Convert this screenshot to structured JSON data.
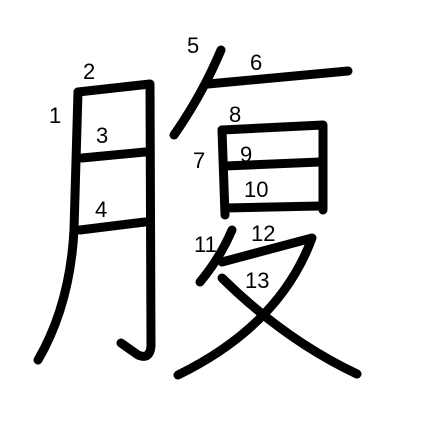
{
  "character": "腹",
  "stroke_numbers": [
    "1",
    "2",
    "3",
    "4",
    "5",
    "6",
    "7",
    "8",
    "9",
    "10",
    "11",
    "12",
    "13"
  ],
  "stroke_color": "#000000",
  "background_color": "#ffffff"
}
